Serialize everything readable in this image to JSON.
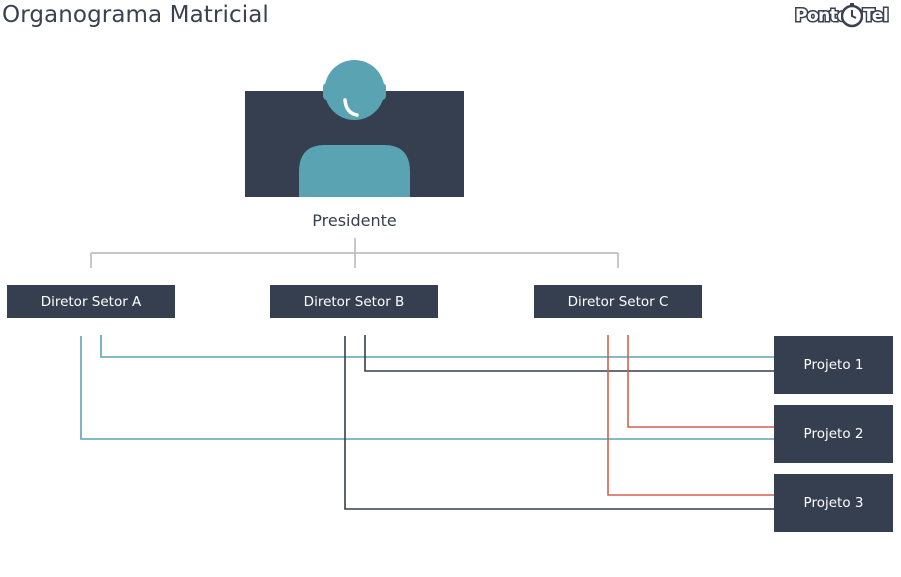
{
  "header": {
    "title": "Organograma Matricial",
    "logo_part1": "Ponto",
    "logo_part2": "Tel"
  },
  "president": {
    "label": "Presidente"
  },
  "directors": [
    {
      "label": "Diretor Setor A"
    },
    {
      "label": "Diretor Setor B"
    },
    {
      "label": "Diretor Setor C"
    }
  ],
  "projects": [
    {
      "label": "Projeto 1"
    },
    {
      "label": "Projeto 2"
    },
    {
      "label": "Projeto 3"
    }
  ],
  "colors": {
    "box": "#353f4f",
    "avatar": "#5aa3b3",
    "teal_line": "#5aa3b3",
    "dark_line": "#353f4f",
    "red_line": "#d4604d",
    "tree_line": "#b5b5b5"
  }
}
